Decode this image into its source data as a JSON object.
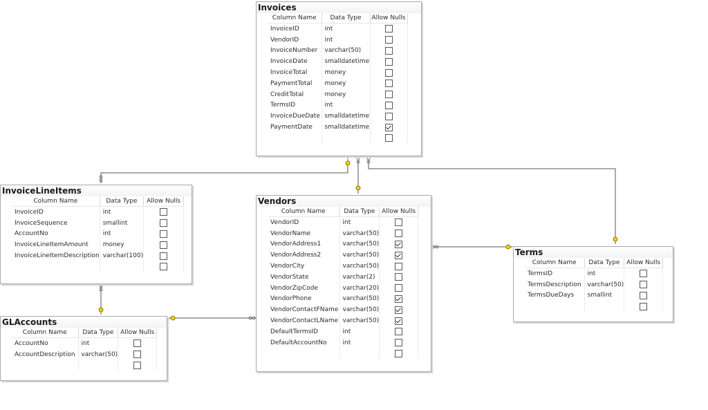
{
  "headers": {
    "column_name": "Column Name",
    "data_type": "Data Type",
    "allow_nulls": "Allow Nulls"
  },
  "colors": {
    "key_yellow": "#f5d100",
    "line": "#555555",
    "pk_marker": "#b08900"
  },
  "icons": {
    "primary_key": "key-icon",
    "relationship_end": "key-icon / infinity-icon"
  },
  "tables": {
    "invoices": {
      "title": "Invoices",
      "rows": [
        {
          "name": "InvoiceID",
          "type": "int",
          "nulls": false,
          "pk": true
        },
        {
          "name": "VendorID",
          "type": "int",
          "nulls": false,
          "pk": false
        },
        {
          "name": "InvoiceNumber",
          "type": "varchar(50)",
          "nulls": false,
          "pk": false
        },
        {
          "name": "InvoiceDate",
          "type": "smalldatetime",
          "nulls": false,
          "pk": false
        },
        {
          "name": "InvoiceTotal",
          "type": "money",
          "nulls": false,
          "pk": false
        },
        {
          "name": "PaymentTotal",
          "type": "money",
          "nulls": false,
          "pk": false
        },
        {
          "name": "CreditTotal",
          "type": "money",
          "nulls": false,
          "pk": false
        },
        {
          "name": "TermsID",
          "type": "int",
          "nulls": false,
          "pk": false
        },
        {
          "name": "InvoiceDueDate",
          "type": "smalldatetime",
          "nulls": false,
          "pk": false
        },
        {
          "name": "PaymentDate",
          "type": "smalldatetime",
          "nulls": true,
          "pk": false
        },
        {
          "name": "",
          "type": "",
          "nulls": false,
          "pk": false
        }
      ]
    },
    "invoicelineitems": {
      "title": "InvoiceLineItems",
      "rows": [
        {
          "name": "InvoiceID",
          "type": "int",
          "nulls": false,
          "pk": true
        },
        {
          "name": "InvoiceSequence",
          "type": "smallint",
          "nulls": false,
          "pk": true
        },
        {
          "name": "AccountNo",
          "type": "int",
          "nulls": false,
          "pk": false
        },
        {
          "name": "InvoiceLineItemAmount",
          "type": "money",
          "nulls": false,
          "pk": false
        },
        {
          "name": "InvoiceLineItemDescription",
          "type": "varchar(100)",
          "nulls": false,
          "pk": false
        },
        {
          "name": "",
          "type": "",
          "nulls": false,
          "pk": false
        }
      ]
    },
    "vendors": {
      "title": "Vendors",
      "rows": [
        {
          "name": "VendorID",
          "type": "int",
          "nulls": false,
          "pk": true
        },
        {
          "name": "VendorName",
          "type": "varchar(50)",
          "nulls": false,
          "pk": false
        },
        {
          "name": "VendorAddress1",
          "type": "varchar(50)",
          "nulls": true,
          "pk": false
        },
        {
          "name": "VendorAddress2",
          "type": "varchar(50)",
          "nulls": true,
          "pk": false
        },
        {
          "name": "VendorCity",
          "type": "varchar(50)",
          "nulls": false,
          "pk": false
        },
        {
          "name": "VendorState",
          "type": "varchar(2)",
          "nulls": false,
          "pk": false
        },
        {
          "name": "VendorZipCode",
          "type": "varchar(20)",
          "nulls": false,
          "pk": false
        },
        {
          "name": "VendorPhone",
          "type": "varchar(50)",
          "nulls": true,
          "pk": false
        },
        {
          "name": "VendorContactFName",
          "type": "varchar(50)",
          "nulls": true,
          "pk": false
        },
        {
          "name": "VendorContactLName",
          "type": "varchar(50)",
          "nulls": true,
          "pk": false
        },
        {
          "name": "DefaultTermsID",
          "type": "int",
          "nulls": false,
          "pk": false
        },
        {
          "name": "DefaultAccountNo",
          "type": "int",
          "nulls": false,
          "pk": false
        },
        {
          "name": "",
          "type": "",
          "nulls": false,
          "pk": false
        }
      ]
    },
    "terms": {
      "title": "Terms",
      "rows": [
        {
          "name": "TermsID",
          "type": "int",
          "nulls": false,
          "pk": true
        },
        {
          "name": "TermsDescription",
          "type": "varchar(50)",
          "nulls": false,
          "pk": false
        },
        {
          "name": "TermsDueDays",
          "type": "smallint",
          "nulls": false,
          "pk": false
        },
        {
          "name": "",
          "type": "",
          "nulls": false,
          "pk": false
        }
      ]
    },
    "glaccounts": {
      "title": "GLAccounts",
      "rows": [
        {
          "name": "AccountNo",
          "type": "int",
          "nulls": false,
          "pk": true
        },
        {
          "name": "AccountDescription",
          "type": "varchar(50)",
          "nulls": false,
          "pk": false
        },
        {
          "name": "",
          "type": "",
          "nulls": false,
          "pk": false
        }
      ]
    }
  }
}
